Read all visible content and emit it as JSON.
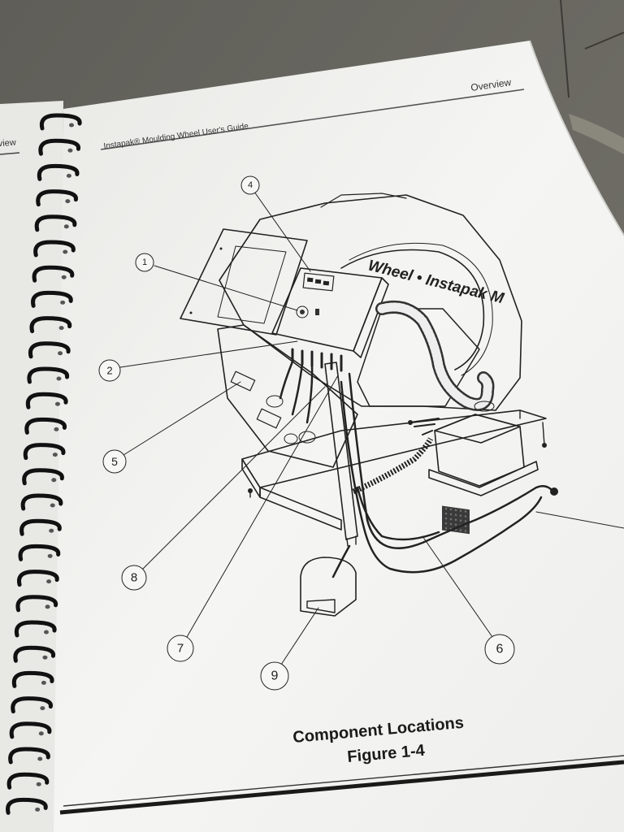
{
  "document": {
    "header_section": "Overview",
    "header_title": "Instapak® Moulding Wheel User's Guide",
    "left_page_fragment": "view",
    "wheel_text": "Wheel • Instapak M",
    "caption_line1": "Component Locations",
    "caption_line2": "Figure 1-4",
    "callouts": [
      "1",
      "2",
      "4",
      "5",
      "6",
      "7",
      "8",
      "9"
    ]
  },
  "colors": {
    "background": "#6b6a63",
    "paper": "#f3f3f1",
    "ink": "#222222",
    "rule": "#3a3a3a"
  }
}
